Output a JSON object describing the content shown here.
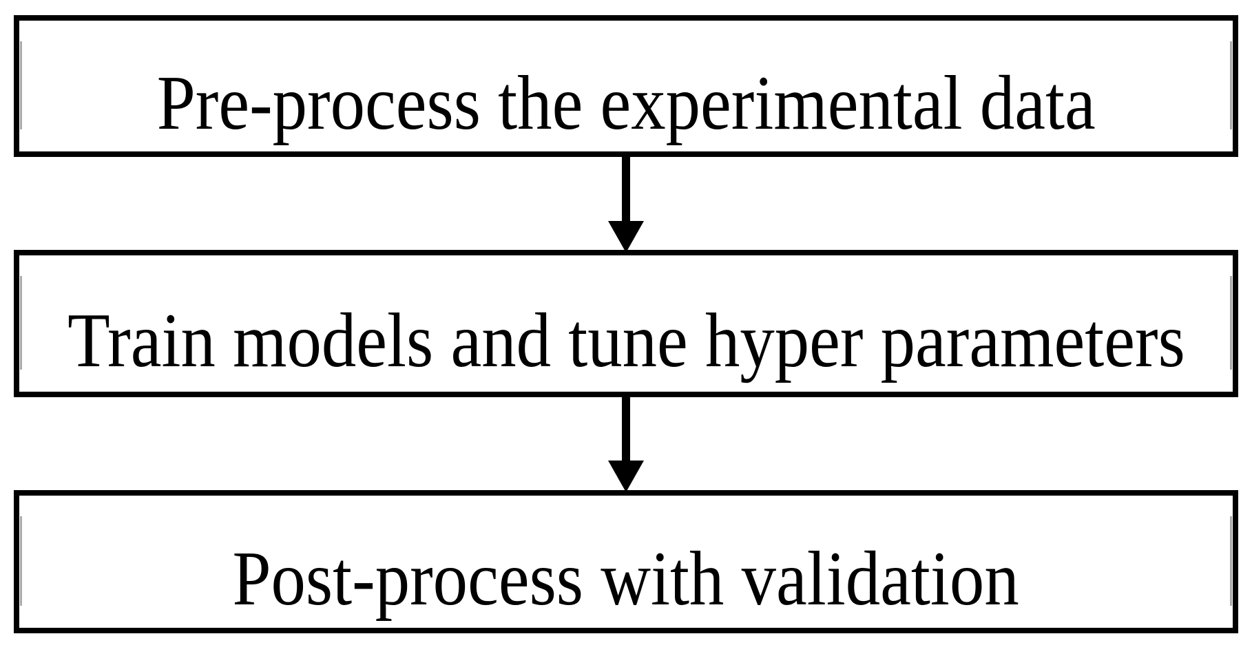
{
  "diagram": {
    "type": "flowchart",
    "direction": "top-down",
    "colors": {
      "background": "#ffffff",
      "box_fill": "#ffffff",
      "box_border": "#000000",
      "text": "#000000",
      "arrow": "#000000"
    },
    "nodes": [
      {
        "id": "step-1",
        "label": "Pre-process the experimental data"
      },
      {
        "id": "step-2",
        "label": "Train models and tune hyper parameters"
      },
      {
        "id": "step-3",
        "label": "Post-process with validation"
      }
    ],
    "connections": [
      {
        "from": "step-1",
        "to": "step-2",
        "style": "filled-arrow-down"
      },
      {
        "from": "step-2",
        "to": "step-3",
        "style": "filled-arrow-down"
      }
    ]
  }
}
